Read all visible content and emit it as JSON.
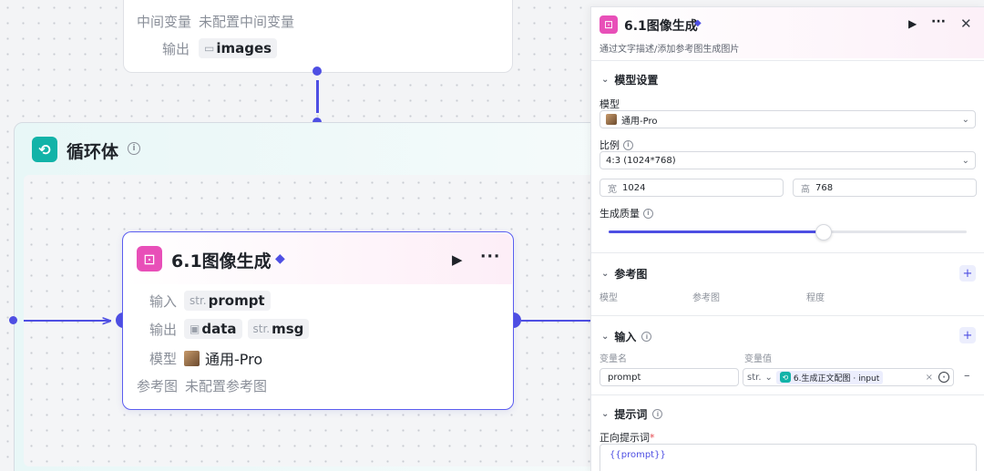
{
  "canvas": {
    "top_node": {
      "mid_var_label": "中间变量",
      "mid_var_value": "未配置中间变量",
      "output_label": "输出",
      "output_chip": "images"
    },
    "loop": {
      "title": "循环体",
      "icon": "loop-icon"
    },
    "image_node": {
      "title": "6.1图像生成",
      "input_label": "输入",
      "input_chip_prefix": "str.",
      "input_chip": "prompt",
      "output_label": "输出",
      "output_chip1": "data",
      "output_chip2_prefix": "str.",
      "output_chip2": "msg",
      "model_label": "模型",
      "model_value": "通用-Pro",
      "ref_label": "参考图",
      "ref_value": "未配置参考图"
    }
  },
  "panel": {
    "title": "6.1图像生成",
    "subtitle": "通过文字描述/添加参考图生成图片",
    "model_section": {
      "title": "模型设置",
      "model_label": "模型",
      "model_value": "通用-Pro",
      "ratio_label": "比例",
      "ratio_value": "4:3 (1024*768)",
      "width_prefix": "宽",
      "width_value": "1024",
      "height_prefix": "高",
      "height_value": "768",
      "quality_label": "生成质量",
      "quality_level": 0.6
    },
    "ref_section": {
      "title": "参考图",
      "col_model": "模型",
      "col_ref": "参考图",
      "col_degree": "程度"
    },
    "input_section": {
      "title": "输入",
      "col_name": "变量名",
      "col_value": "变量值",
      "var_name": "prompt",
      "var_type": "str.",
      "var_ref": "6.生成正文配图 · input"
    },
    "prompt_section": {
      "title": "提示词",
      "positive_label": "正向提示词",
      "required_mark": "*",
      "positive_value": "{{prompt}}"
    }
  },
  "colors": {
    "accent": "#4e4fe3",
    "loop_icon": "#12b3a8",
    "image_icon": "#e84fb8"
  }
}
